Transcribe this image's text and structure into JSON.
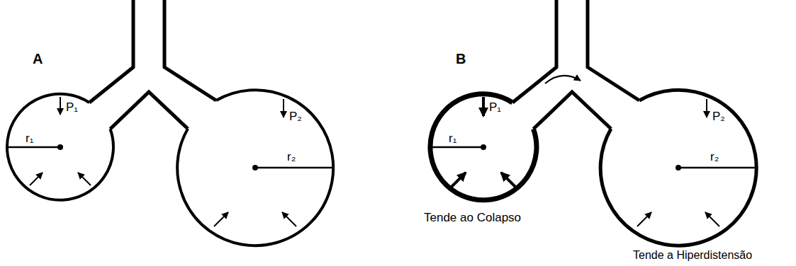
{
  "diagram": {
    "labels": [
      "A",
      "P₁",
      "r₁",
      "P₂",
      "r₂",
      "B",
      "P₁",
      "r₁",
      "P₂",
      "r₂",
      "Tende ao Colapso",
      "Tende a Hiperdistensão"
    ]
  }
}
